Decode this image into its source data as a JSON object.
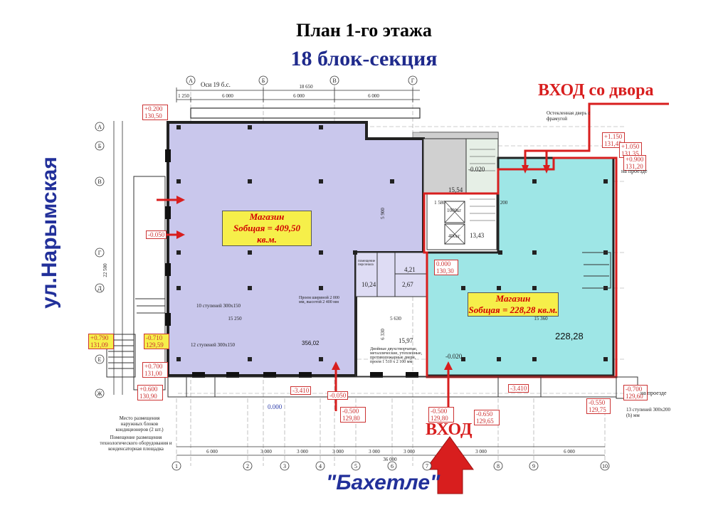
{
  "header": {
    "title": "План 1-го этажа",
    "subtitle": "18  блок-секция"
  },
  "street_left": "ул.Нарымская",
  "street_bottom": "\"Бахетле\"",
  "entries": {
    "yard": "ВХОД со двора",
    "main": "ВХОД"
  },
  "shops": [
    {
      "title": "Магазин",
      "area_text": "Sобщая = 409,50 кв.м.",
      "room_area": "356,02"
    },
    {
      "title": "Магазин",
      "area_text": "Sобщая = 228,28 кв.м.",
      "room_area": "228,28"
    }
  ],
  "axes": {
    "letters_top": [
      "А",
      "Б",
      "В",
      "Г"
    ],
    "letters_left": [
      "А",
      "Б",
      "В",
      "Г",
      "Д",
      "Е",
      "Ж"
    ],
    "numbers_bottom": [
      "1",
      "2",
      "3",
      "4",
      "5",
      "6",
      "7",
      "8",
      "9",
      "10"
    ]
  },
  "dimensions": {
    "top": [
      "1 250",
      "6 000",
      "6 000",
      "6 000",
      "18 650"
    ],
    "bottom": [
      "6 000",
      "3 000",
      "3 000",
      "3 000",
      "3 000",
      "3 000",
      "3 000",
      "6 000"
    ],
    "bottom_total": "36 000",
    "left_total": "22 500",
    "inner_width_1": "15 250",
    "inner_width_2": "15 360",
    "inner_5630": "5 630"
  },
  "levels": {
    "l1": "+0.200 130,50",
    "l2": "-0.050",
    "l3": "+0.790 131,09",
    "l4": "-0.710 129,59",
    "l5": "+0.700 131,00",
    "l6": "+0.600 130,90",
    "l7": "-3.410",
    "l8": "-0.050",
    "l9": "-0.500 129,80",
    "l10": "-0.500 129,80",
    "l11": "-0.650 129,65",
    "l12": "-3.410",
    "l13": "0.000 130,30",
    "l14": "-0.020",
    "l15": "-0.020",
    "l16": "+1.150 131,45",
    "l17": "+1.050 131,35",
    "l18": "+0.900 131,20",
    "l19": "-0.700 129,60",
    "l20": "-0.550 129,75",
    "l21": "0.000"
  },
  "notes": {
    "axes_note": "Оси 19 б.с.",
    "glass_door": "Остекленная дверь с фрамугой",
    "driveway1": "на проезде",
    "driveway2": "на проезде",
    "stairs1": "10 ступеней 300х150",
    "stairs2": "12 ступеней 300х150",
    "stairs3": "13 ступеней 300х200 (h) мм",
    "opening": "Проем шириной 2 000 мм, высотой 2 400 мм",
    "doors": "Двойные двухстворчатые, металлические, утепленные, противопожарные двери, проем 1 510 х 2 100 мм",
    "ac_place": "Место размещения наружных блоков кондиционеров (2 шт.)",
    "equipment_place": "Помещение размещения технологического оборудования и конденсаторная площадка",
    "staff_room": "помещение персонала",
    "room_1024": "10,24",
    "room_267": "2,67",
    "room_421": "4,21",
    "room_1597": "15,97",
    "room_1554": "15,54",
    "room_1343": "13,43",
    "lift1": "1000кг",
    "lift2": "400кг",
    "dim_1580": "1 580",
    "dim_200": "200",
    "dim_5900": "5 900",
    "dim_6330": "6 330"
  },
  "colors": {
    "shop1_fill": "#c9c7ec",
    "shop2_fill": "#9ee6e6",
    "entry_red": "#d81e1e",
    "label_blue": "#22309a",
    "label_yellow": "#f6ef4a"
  }
}
